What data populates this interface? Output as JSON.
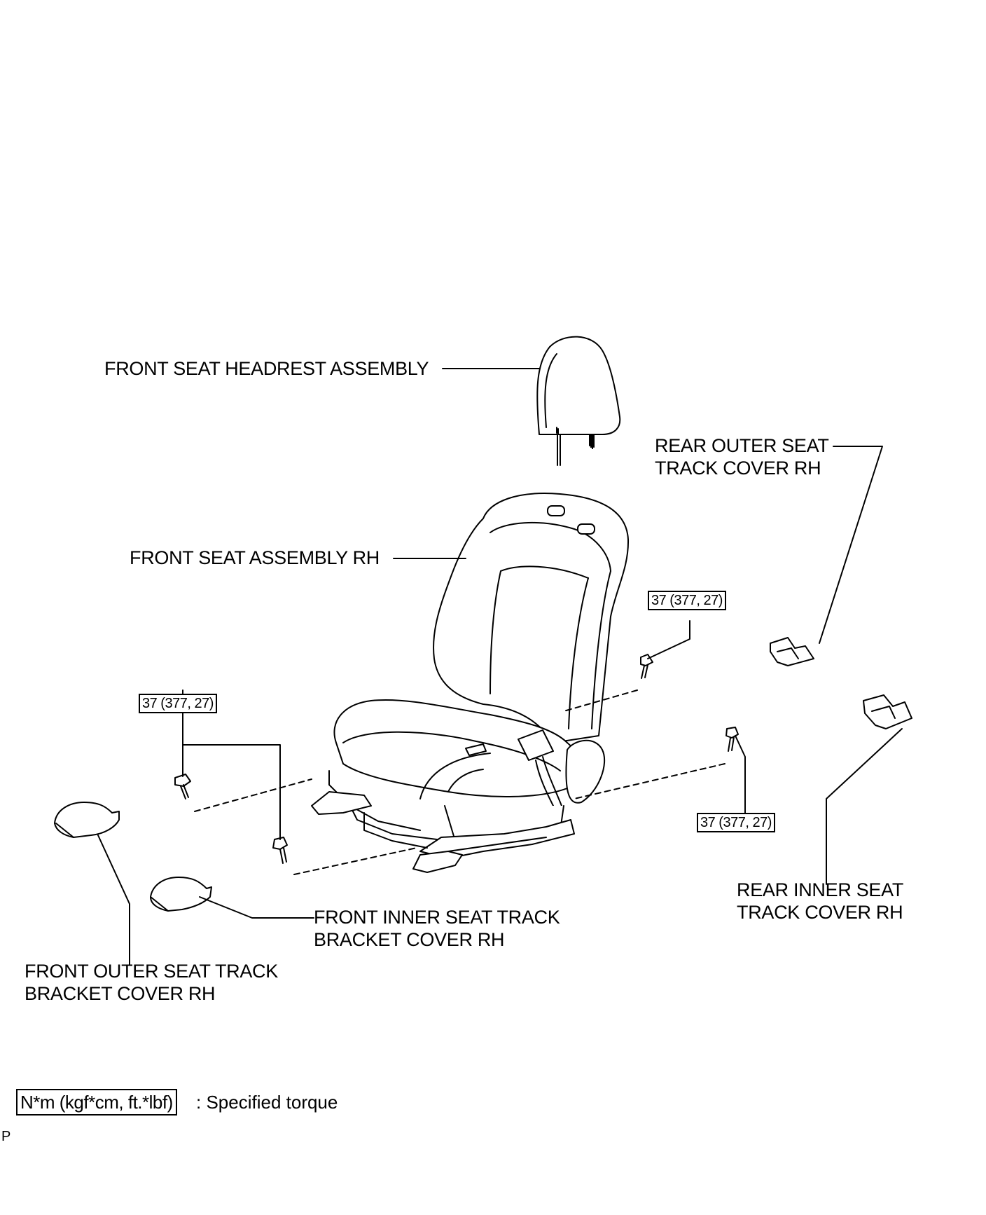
{
  "labels": {
    "headrest": "FRONT SEAT HEADREST ASSEMBLY",
    "seat_assembly": "FRONT SEAT ASSEMBLY RH",
    "rear_outer_1": "REAR OUTER SEAT",
    "rear_outer_2": "TRACK COVER RH",
    "rear_inner_1": "REAR INNER SEAT",
    "rear_inner_2": "TRACK COVER RH",
    "front_inner_1": "FRONT INNER SEAT TRACK",
    "front_inner_2": "BRACKET COVER RH",
    "front_outer_1": "FRONT OUTER SEAT TRACK",
    "front_outer_2": "BRACKET COVER RH"
  },
  "torque": {
    "left": "37 (377, 27)",
    "upper_right": "37 (377, 27)",
    "lower_right": "37 (377, 27)"
  },
  "legend": {
    "units": "N*m (kgf*cm, ft.*lbf)",
    "description": ": Specified torque"
  },
  "figure_code": "P"
}
